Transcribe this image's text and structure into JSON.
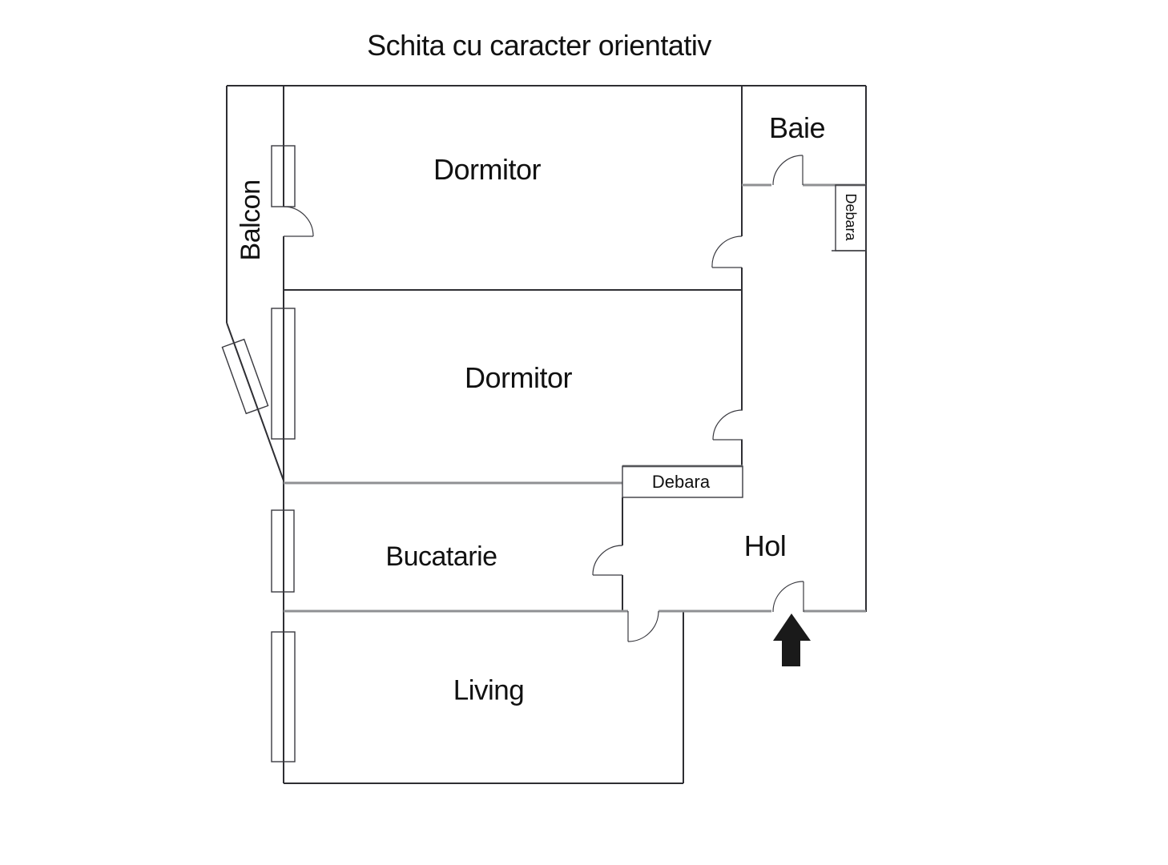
{
  "title": "Schita cu caracter orientativ",
  "floor_plan": {
    "type": "apartment-sketch",
    "rooms": [
      {
        "id": "balcon",
        "label": "Balcon"
      },
      {
        "id": "dormitor-1",
        "label": "Dormitor"
      },
      {
        "id": "baie",
        "label": "Baie"
      },
      {
        "id": "debara-top",
        "label": "Debara"
      },
      {
        "id": "dormitor-2",
        "label": "Dormitor"
      },
      {
        "id": "debara-mid",
        "label": "Debara"
      },
      {
        "id": "bucatarie",
        "label": "Bucatarie"
      },
      {
        "id": "hol",
        "label": "Hol"
      },
      {
        "id": "living",
        "label": "Living"
      }
    ],
    "icons": {
      "entrance_arrow": "up-arrow-icon"
    },
    "colors": {
      "wall_dark": "#2e2e33",
      "wall_gray": "#8f9093",
      "outline": "#3a3a40",
      "text": "#111111",
      "arrow": "#1a1a1a",
      "background": "#ffffff"
    }
  }
}
